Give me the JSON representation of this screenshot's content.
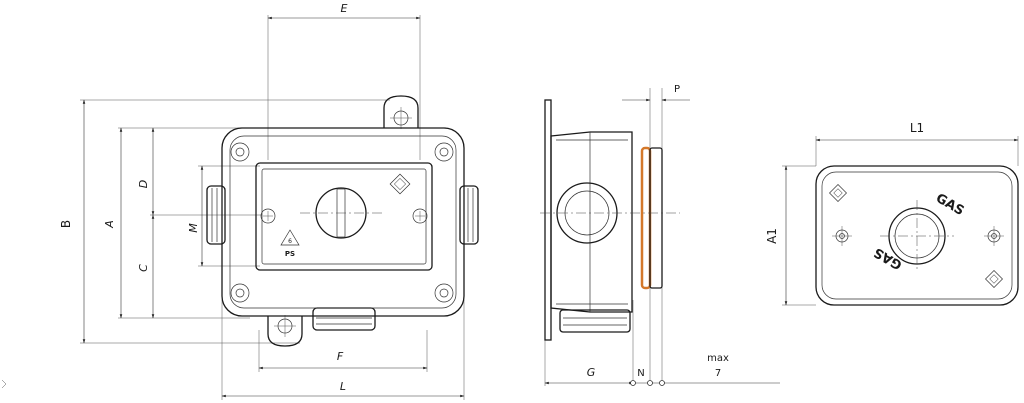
{
  "front_view": {
    "dims": {
      "E": "E",
      "B": "B",
      "A": "A",
      "D": "D",
      "C": "C",
      "M": "M",
      "F": "F",
      "L": "L"
    },
    "recycle_code": "PS"
  },
  "side_view": {
    "dims": {
      "P": "P",
      "G": "G",
      "N": "N",
      "max_label": "max",
      "max_value": "7"
    }
  },
  "plate_view": {
    "dims": {
      "L1": "L1",
      "A1": "A1"
    },
    "text_top": "GAS",
    "text_bottom": "GAS"
  },
  "colors": {
    "gasket": "#d4782a",
    "line": "#1a1a1a"
  }
}
